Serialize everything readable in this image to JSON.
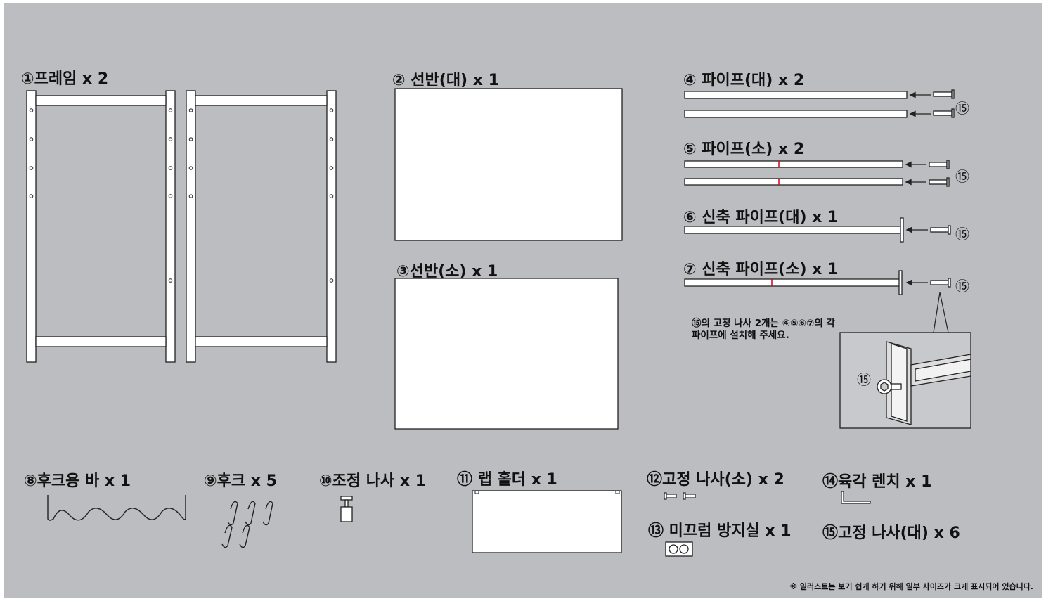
{
  "parts": {
    "p1": "①프레임 x 2",
    "p2": "② 선반(대) x 1",
    "p3": "③선반(소) x 1",
    "p4": "④ 파이프(대) x 2",
    "p5": "⑤ 파이프(소) x 2",
    "p6": "⑥ 신축 파이프(대) x 1",
    "p7": "⑦ 신축 파이프(소) x 1",
    "p8": "⑧후크용 바 x 1",
    "p9": "⑨후크 x 5",
    "p10": "⑩조정 나사 x 1",
    "p11": "⑪ 랩 홀더 x 1",
    "p12": "⑫고정 나사(소) x 2",
    "p13": "⑬ 미끄럼 방지실 x 1",
    "p14": "⑭육각 렌치 x 1",
    "p15": "⑮고정 나사(대) x 6"
  },
  "screw_ref": "⑮",
  "note_line1": "⑮의 고정 나사 2개는 ④⑤⑥⑦의 각",
  "note_line2": "파이프에 설치해 주세요.",
  "footnote": "※ 일러스트는 보기 쉽게 하기 위해 일부 사이즈가 크게 표시되어 있습니다.",
  "colors": {
    "background": "#bcbdc1",
    "mark": "#d0021b"
  }
}
